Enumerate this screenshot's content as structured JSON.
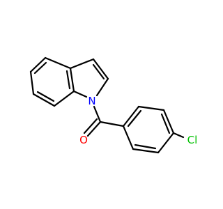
{
  "molecule": {
    "atoms": {
      "n1": {
        "symbol": "N",
        "color": "#0000ff"
      },
      "o1": {
        "symbol": "O",
        "color": "#ff0000"
      },
      "cl1": {
        "symbol": "Cl",
        "color": "#00c000"
      }
    },
    "bond_color": "#000000"
  }
}
